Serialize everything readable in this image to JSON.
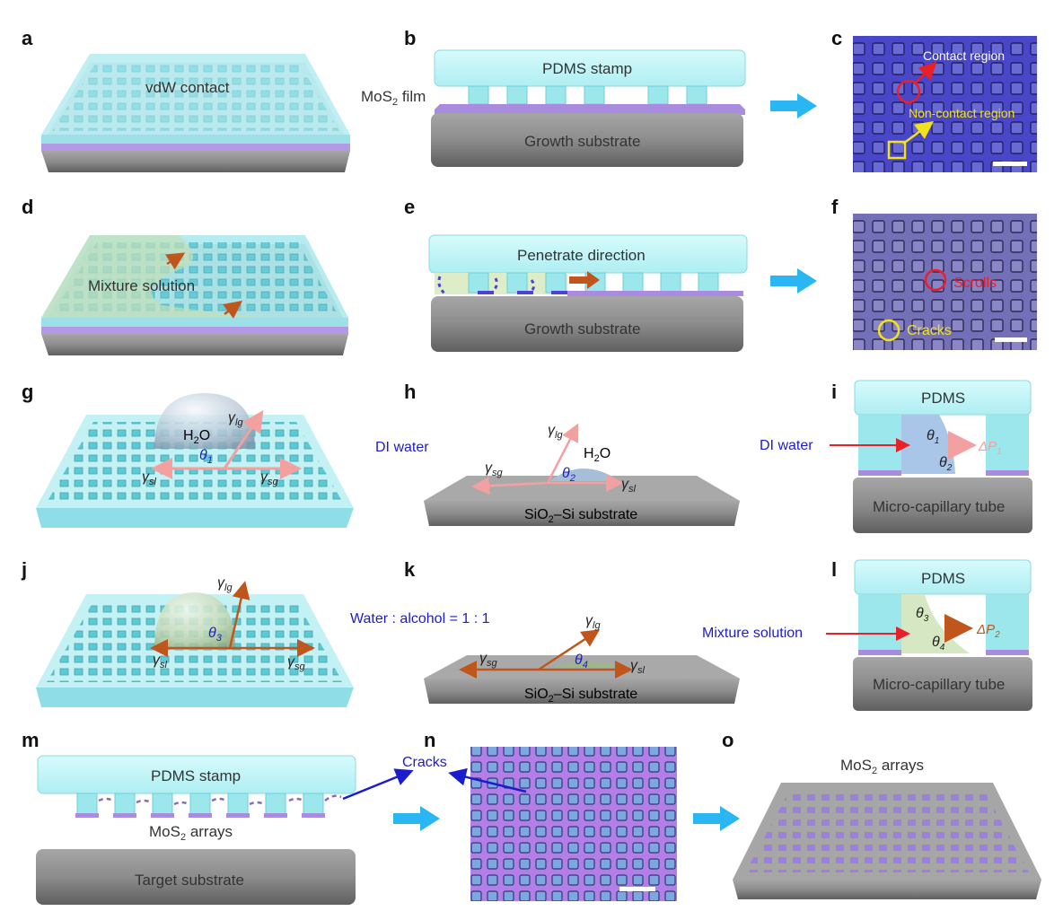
{
  "panel_letters": {
    "a": "a",
    "b": "b",
    "c": "c",
    "d": "d",
    "e": "e",
    "f": "f",
    "g": "g",
    "h": "h",
    "i": "i",
    "j": "j",
    "k": "k",
    "l": "l",
    "m": "m",
    "n": "n",
    "o": "o"
  },
  "panel_a": {
    "label": "vdW contact"
  },
  "panel_b": {
    "stamp": "PDMS stamp",
    "film_main": "MoS",
    "film_sub": "2",
    "film_tail": " film",
    "substrate": "Growth substrate"
  },
  "panel_c": {
    "contact": "Contact region",
    "noncontact": "Non-contact region"
  },
  "panel_d": {
    "label": "Mixture solution"
  },
  "panel_e": {
    "stamp": "Penetrate direction",
    "substrate": "Growth substrate"
  },
  "panel_f": {
    "scrolls": "Scrolls",
    "cracks": "Cracks"
  },
  "panel_g": {
    "water": "H",
    "water_sub": "2",
    "water_tail": "O",
    "gamma": "γ",
    "lg": "lg",
    "sl": "sl",
    "sg": "sg",
    "theta": "θ",
    "theta_sub": "1"
  },
  "panel_h": {
    "medium": "DI water",
    "water": "H",
    "water_sub": "2",
    "water_tail": "O",
    "gamma": "γ",
    "lg": "lg",
    "sg": "sg",
    "sl": "sl",
    "theta": "θ",
    "theta_sub": "2",
    "substrate_a": "SiO",
    "substrate_sub": "2",
    "substrate_b": "–Si substrate"
  },
  "panel_i": {
    "pdms": "PDMS",
    "medium": "DI water",
    "theta": "θ",
    "t1": "1",
    "t2": "2",
    "dp": "ΔP",
    "dp_sub": "1",
    "tube": "Micro-capillary tube"
  },
  "panel_j": {
    "gamma": "γ",
    "lg": "lg",
    "sl": "sl",
    "sg": "sg",
    "theta": "θ",
    "theta_sub": "3"
  },
  "panel_k": {
    "medium": "Water : alcohol = 1 : 1",
    "gamma": "γ",
    "lg": "lg",
    "sg": "sg",
    "sl": "sl",
    "theta": "θ",
    "theta_sub": "4",
    "substrate_a": "SiO",
    "substrate_sub": "2",
    "substrate_b": "–Si substrate"
  },
  "panel_l": {
    "pdms": "PDMS",
    "medium": "Mixture solution",
    "theta": "θ",
    "t3": "3",
    "t4": "4",
    "dp": "ΔP",
    "dp_sub": "2",
    "tube": "Micro-capillary tube"
  },
  "panel_m": {
    "stamp": "PDMS stamp",
    "arrays_main": "MoS",
    "arrays_sub": "2",
    "arrays_tail": " arrays",
    "substrate": "Target substrate"
  },
  "panel_n": {
    "cracks": "Cracks"
  },
  "panel_o": {
    "label_main": "MoS",
    "label_sub": "2",
    "label_tail": " arrays"
  },
  "colors": {
    "pdms": "#bff3f5",
    "pillar": "#8fe3ea",
    "substrate": "#8e8e8e",
    "mos2": "#a98be0",
    "arrow": "#29b6f2",
    "red": "#e8202a",
    "yellow": "#f2e21a",
    "pink": "#f3a0a0",
    "orange": "#c0561c",
    "label_blue": "#1c1ccf"
  }
}
